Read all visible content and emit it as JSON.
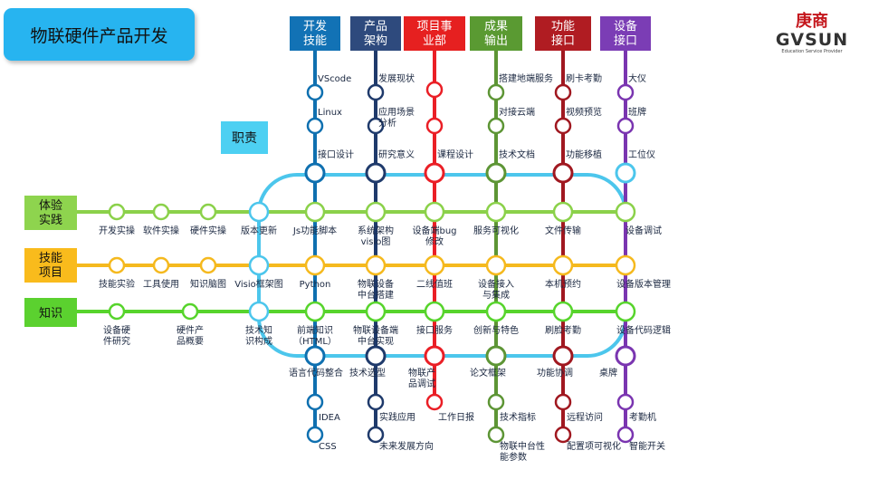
{
  "title": "物联硬件产品开发",
  "role_label": "职责",
  "logo": {
    "cn": "庚商",
    "en": "GVSUN",
    "sub": "Education  Service  Provider"
  },
  "columns": [
    {
      "id": "skill",
      "header": [
        "开发",
        "技能"
      ],
      "color": "#0f70b0",
      "header_bg": "#1272b5",
      "stations": [
        "VScode",
        "Linux",
        "接口设计",
        "Js功能脚本",
        "Python",
        [
          "前端知识",
          "（HTML）"
        ],
        "语言代码整合",
        "IDEA",
        "CSS"
      ]
    },
    {
      "id": "arch",
      "header": [
        "产品",
        "架构"
      ],
      "color": "#1f3a6b",
      "header_bg": "#2e4a7d",
      "stations": [
        "发展现状",
        [
          "应用场景",
          "分析"
        ],
        "研究意义",
        [
          "系统架构",
          "visio图"
        ],
        [
          "物联设备",
          "中台搭建"
        ],
        [
          "物联设备端",
          "中台实现"
        ],
        "技术选型",
        "实践应用",
        "未来发展方向"
      ]
    },
    {
      "id": "dept",
      "header": [
        "项目事",
        "业部"
      ],
      "color": "#ea1f26",
      "header_bg": "#e62020",
      "stations": [
        "",
        "",
        "课程设计",
        [
          "设备端bug",
          "修改"
        ],
        "二线值班",
        "接口服务",
        [
          "物联产",
          "品调试"
        ],
        "工作日报"
      ]
    },
    {
      "id": "output",
      "header": [
        "成果",
        "输出"
      ],
      "color": "#5d9535",
      "header_bg": "#5a9a32",
      "stations": [
        "搭建地端服务",
        "对接云端",
        "技术文档",
        "服务可视化",
        [
          "设备接入",
          "与集成"
        ],
        "创新与特色",
        "论文框架",
        "技术指标",
        [
          "物联中台性",
          "能参数"
        ]
      ]
    },
    {
      "id": "iface",
      "header": [
        "功能",
        "接口"
      ],
      "color": "#a01820",
      "header_bg": "#b01c22",
      "stations": [
        "刷卡考勤",
        "视频预览",
        "功能移植",
        "文件传输",
        "本机预约",
        "刷脸考勤",
        "功能协调",
        "远程访问",
        "配置项可视化"
      ]
    },
    {
      "id": "device",
      "header": [
        "设备",
        "接口"
      ],
      "color": "#7a35b0",
      "header_bg": "#7b3db5",
      "stations": [
        "大仪",
        "班牌",
        "工位仪",
        "设备调试",
        "设备版本管理",
        "设备代码逻辑",
        "桌牌",
        "考勤机",
        "智能开关"
      ]
    }
  ],
  "rows": [
    {
      "id": "experience",
      "label": [
        "体验",
        "实践"
      ],
      "color": "#8bd14a",
      "label_bg": "#8ed44e",
      "stations": [
        "开发实操",
        "软件实操",
        "硬件实操",
        "版本更新"
      ]
    },
    {
      "id": "project",
      "label": [
        "技能",
        "项目"
      ],
      "color": "#f5b91e",
      "label_bg": "#f9bb1c",
      "stations": [
        "技能实验",
        "工具使用",
        "知识脑图",
        "Visio框架图"
      ]
    },
    {
      "id": "knowledge",
      "label": [
        "知识"
      ],
      "color": "#57d42c",
      "label_bg": "#5bd12f",
      "stations": [
        [
          "设备硬",
          "件研究"
        ],
        [
          "硬件产",
          "品概要"
        ],
        [
          "技术知",
          "识构成"
        ]
      ]
    }
  ],
  "loop": {
    "color": "#4cc6ec"
  }
}
